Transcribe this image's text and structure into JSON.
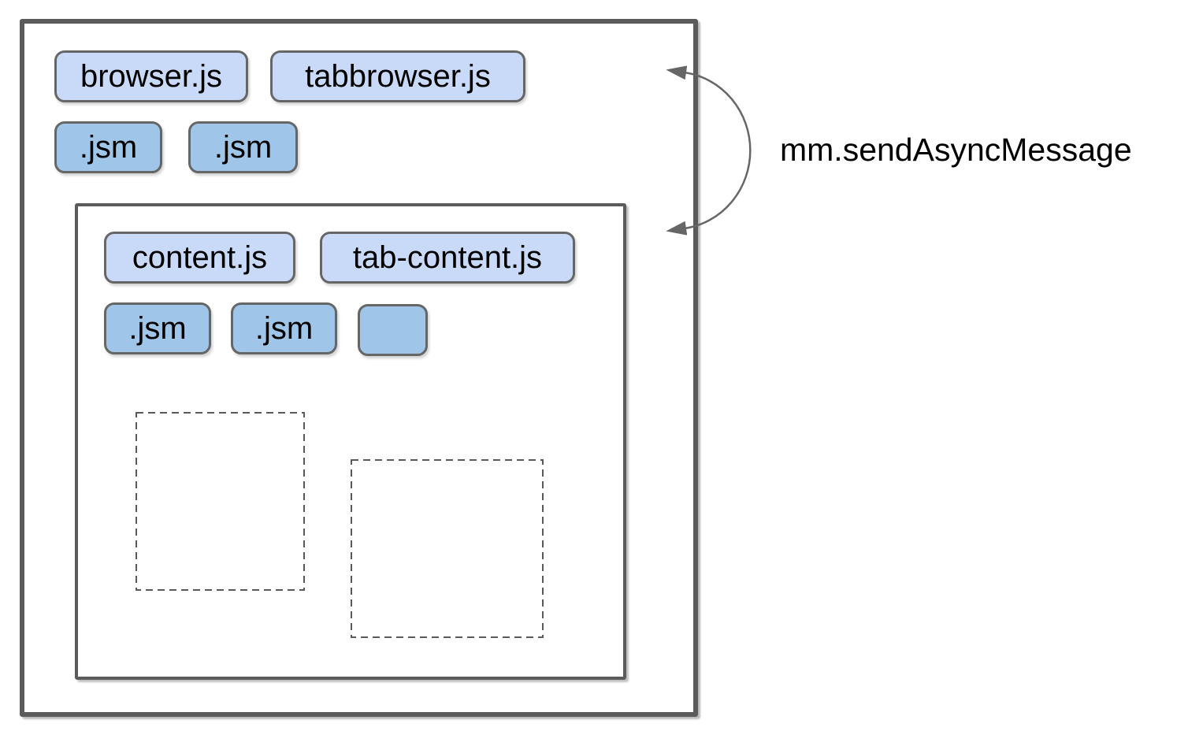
{
  "colors": {
    "background": "#ffffff",
    "box_border": "#5b5b5b",
    "pill_border": "#666666",
    "script_pill_fill": "#c9daf8",
    "module_pill_fill": "#9fc5e8",
    "dashed_border": "#595959",
    "arrow_color": "#666666",
    "label_color": "#000000"
  },
  "chrome_process": {
    "scripts": [
      {
        "label": "browser.js"
      },
      {
        "label": "tabbrowser.js"
      }
    ],
    "modules": [
      {
        "label": ".jsm"
      },
      {
        "label": ".jsm"
      }
    ]
  },
  "content_process": {
    "scripts": [
      {
        "label": "content.js"
      },
      {
        "label": "tab-content.js"
      }
    ],
    "modules": [
      {
        "label": ".jsm"
      },
      {
        "label": ".jsm"
      },
      {
        "label": ""
      }
    ],
    "placeholder_frames": 2
  },
  "message_arrow": {
    "label": "mm.sendAsyncMessage"
  }
}
